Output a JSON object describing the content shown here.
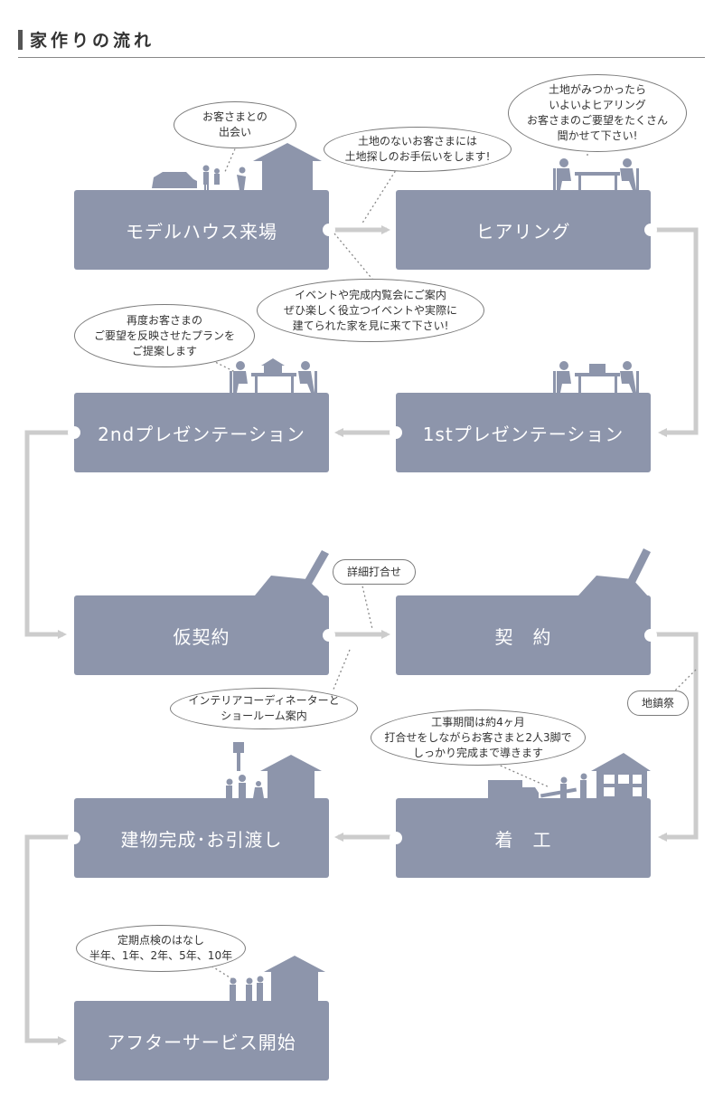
{
  "header": {
    "title": "家作りの流れ"
  },
  "steps": {
    "s1": "モデルハウス来場",
    "s2": "ヒアリング",
    "s3": "1stプレゼンテーション",
    "s4": "2ndプレゼンテーション",
    "s5": "仮契約",
    "s6": "契　約",
    "s7": "着　工",
    "s8": "建物完成･お引渡し",
    "s9": "アフターサービス開始"
  },
  "bubbles": {
    "b1": "お客さまとの\n出会い",
    "b2": "土地のないお客さまには\n土地探しのお手伝いをします!",
    "b3": "土地がみつかったら\nいよいよヒアリング\nお客さまのご要望をたくさん\n聞かせて下さい!",
    "b4": "イベントや完成内覧会にご案内\nぜひ楽しく役立つイベントや実際に\n建てられた家を見に来て下さい!",
    "b5": "再度お客さまの\nご要望を反映させたプランを\nご提案します",
    "b6": "詳細打合せ",
    "b7": "インテリアコーディネーターと\nショールーム案内",
    "b8": "地鎮祭",
    "b9": "工事期間は約4ヶ月\n打合せをしながらお客さまと2人3脚で\nしっかり完成まで導きます",
    "b10": "定期点検のはなし\n半年、1年、2年、5年、10年"
  },
  "colors": {
    "box": "#8d95ab",
    "arrow": "#cccccc",
    "icon": "#8d95ab",
    "dots": "#888888"
  }
}
